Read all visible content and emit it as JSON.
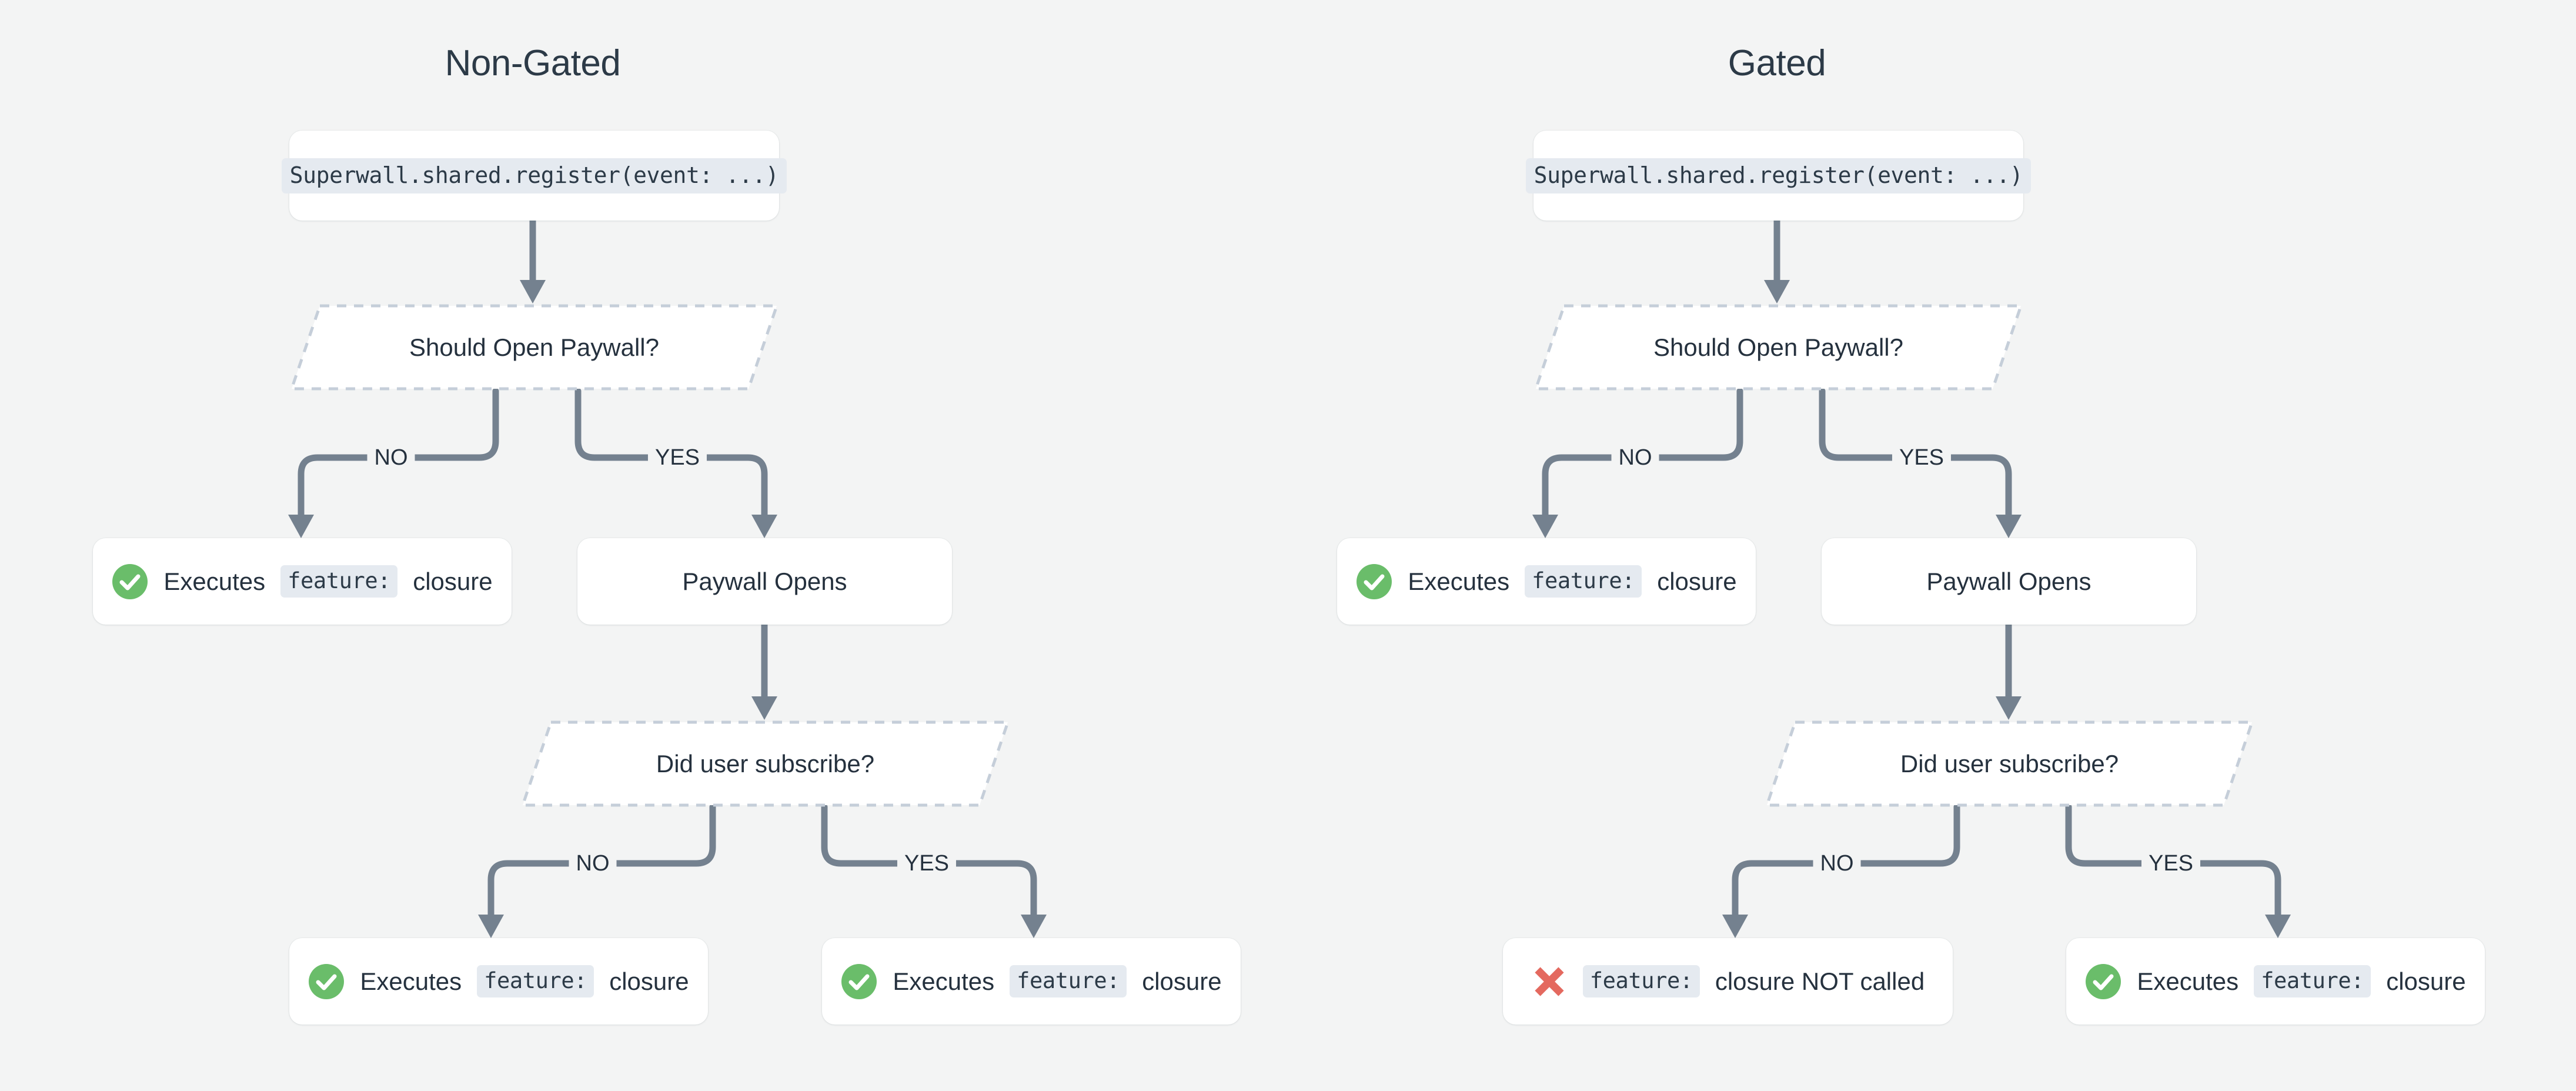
{
  "page": {
    "background": "#f3f4f4",
    "text_color": "#25313e",
    "connector_color": "#74818f",
    "dashed_border_color": "#c5ced9",
    "code_bg": "#e5eaf0",
    "success_color": "#6abd6a",
    "failure_color": "#e4695f"
  },
  "columns": [
    {
      "id": "non-gated",
      "title": "Non-Gated",
      "nodes": {
        "register": {
          "code": "Superwall.shared.register(event: ...)"
        },
        "decision1": {
          "label": "Should Open Paywall?"
        },
        "no_branch": {
          "icon": "check-circle-icon",
          "prefix": "Executes",
          "code": "feature:",
          "suffix": "closure"
        },
        "yes_branch": {
          "label": "Paywall Opens"
        },
        "decision2": {
          "label": "Did user subscribe?"
        },
        "sub_no": {
          "icon": "check-circle-icon",
          "prefix": "Executes",
          "code": "feature:",
          "suffix": "closure"
        },
        "sub_yes": {
          "icon": "check-circle-icon",
          "prefix": "Executes",
          "code": "feature:",
          "suffix": "closure"
        }
      },
      "edge_labels": {
        "no1": "NO",
        "yes1": "YES",
        "no2": "NO",
        "yes2": "YES"
      }
    },
    {
      "id": "gated",
      "title": "Gated",
      "nodes": {
        "register": {
          "code": "Superwall.shared.register(event: ...)"
        },
        "decision1": {
          "label": "Should Open Paywall?"
        },
        "no_branch": {
          "icon": "check-circle-icon",
          "prefix": "Executes",
          "code": "feature:",
          "suffix": "closure"
        },
        "yes_branch": {
          "label": "Paywall Opens"
        },
        "decision2": {
          "label": "Did user subscribe?"
        },
        "sub_no": {
          "icon": "cross-icon",
          "prefix": "",
          "code": "feature:",
          "suffix": "closure NOT called"
        },
        "sub_yes": {
          "icon": "check-circle-icon",
          "prefix": "Executes",
          "code": "feature:",
          "suffix": "closure"
        }
      },
      "edge_labels": {
        "no1": "NO",
        "yes1": "YES",
        "no2": "NO",
        "yes2": "YES"
      }
    }
  ]
}
